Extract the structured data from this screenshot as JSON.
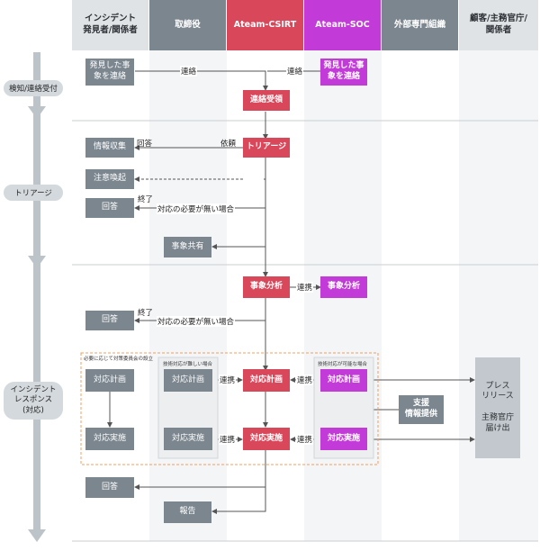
{
  "lanes": [
    {
      "id": "discoverer",
      "label": "インシデント\n発見者/関係者",
      "bg": "#dfe3e6",
      "color": "#2b2f33"
    },
    {
      "id": "directors",
      "label": "取締役",
      "bg": "#7b868f",
      "color": "#ffffff"
    },
    {
      "id": "csirt",
      "label": "Ateam-CSIRT",
      "bg": "#d9475a",
      "color": "#ffffff"
    },
    {
      "id": "soc",
      "label": "Ateam-SOC",
      "bg": "#c23ad8",
      "color": "#ffffff"
    },
    {
      "id": "external",
      "label": "外部専門組織",
      "bg": "#7b868f",
      "color": "#ffffff"
    },
    {
      "id": "customers",
      "label": "顧客/主務官庁/\n関係者",
      "bg": "#dfe3e6",
      "color": "#2b2f33"
    }
  ],
  "phases": [
    {
      "label": "検知/連絡受付"
    },
    {
      "label": "トリアージ"
    },
    {
      "label": "インシデント\nレスポンス\n(対応)"
    }
  ],
  "nodes": {
    "discoverer_report": "発見した事\n象を連絡",
    "soc_report": "発見した事\n象を連絡",
    "receive": "連絡受領",
    "info_gathering": "情報収集",
    "triage": "トリアージ",
    "alert": "注意喚起",
    "reply1": "回答",
    "share": "事象共有",
    "analysis_csirt": "事象分析",
    "analysis_soc": "事象分析",
    "reply2": "回答",
    "plan_disc": "対応計画",
    "plan_dir": "対応計画",
    "plan_csirt": "対応計画",
    "plan_soc": "対応計画",
    "exec_disc": "対応実施",
    "exec_dir": "対応実施",
    "exec_csirt": "対応実施",
    "exec_soc": "対応実施",
    "support": "支援\n情報提供",
    "press": "プレス\nリリース\n\n主務官庁\n届け出",
    "reply3": "回答",
    "report": "報告"
  },
  "labels": {
    "contact1": "連絡",
    "contact2": "連絡",
    "answer": "回答",
    "request": "依頼",
    "close1": "終了",
    "no_need1": "対応の必要が無い場合",
    "close2": "終了",
    "no_need2": "対応の必要が無い場合",
    "cooperate1": "連携",
    "cooperate2": "連携",
    "cooperate3": "連携",
    "cooperate4": "連携",
    "cooperate5": "連携"
  },
  "groups": {
    "committee": "必要に応じて対策委員会の設立",
    "hard": "技術対応が難しい場合",
    "possible": "技術対応が可能な場合"
  }
}
